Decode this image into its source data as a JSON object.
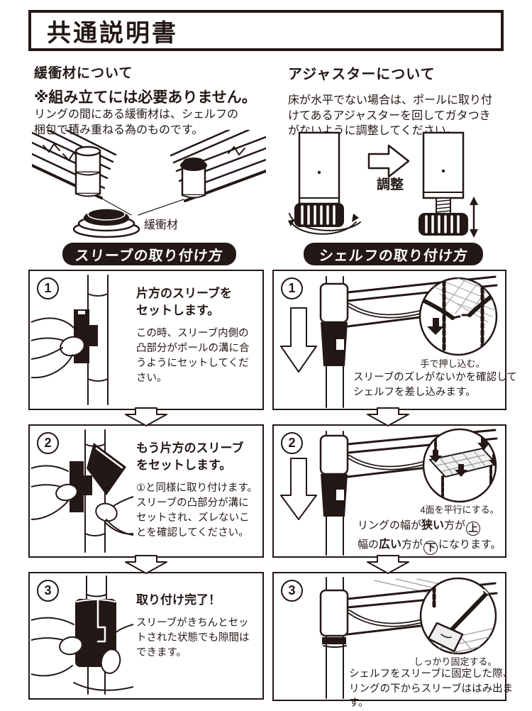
{
  "page": {
    "title": "共通説明書"
  },
  "intro_left": {
    "heading": "緩衝材について",
    "note": "※組み立てには必要ありません。",
    "body_line1": "リングの間にある緩衝材は、シェルフの",
    "body_line2": "梱包で積み重ねる為のものです。",
    "cushion_label": "緩衝材"
  },
  "intro_right": {
    "heading": "アジャスターについて",
    "body_line1": "床が水平でない場合は、ポールに取り付",
    "body_line2": "けてあるアジャスターを回してガタつき",
    "body_line3": "がないように調整してください。",
    "adjust_label": "調整"
  },
  "banners": {
    "sleeve": "スリーブの取り付け方",
    "shelf": "シェルフの取り付け方"
  },
  "sleeve_steps": [
    {
      "num": "1",
      "title1": "片方のスリーブを",
      "title2": "セットします。",
      "body": "この時、スリーブ内側の凸部分がポールの溝に合うようにセットしてください。"
    },
    {
      "num": "2",
      "title1": "もう片方のスリーブ",
      "title2": "をセットします。",
      "body": "①と同様に取り付けます。スリーブの凸部分が溝にセットされ、ズレないことを確認してください。"
    },
    {
      "num": "3",
      "title1": "取り付け完了！",
      "title2": "",
      "body": "スリーブがきちんとセットされた状態でも隙間はできます。"
    }
  ],
  "shelf_steps": [
    {
      "num": "1",
      "caption": "手で押し込む。",
      "body": "スリーブのズレがないかを確認してシェルフを差し込みます。"
    },
    {
      "num": "2",
      "caption": "4面を平行にする。",
      "l1_pre": "リングの幅が",
      "l1_bold": "狭い",
      "l1_mid": "方が",
      "l1_circ": "上",
      "l2_pre": "幅の",
      "l2_bold": "広い",
      "l2_mid": "方が",
      "l2_circ": "下",
      "l2_end": "になります。"
    },
    {
      "num": "3",
      "caption": "しっかり固定する。",
      "body": "シェルフをスリーブに固定した際、リングの下からスリーブははみ出ます。"
    }
  ],
  "colors": {
    "ink": "#231815",
    "paper": "#ffffff"
  }
}
